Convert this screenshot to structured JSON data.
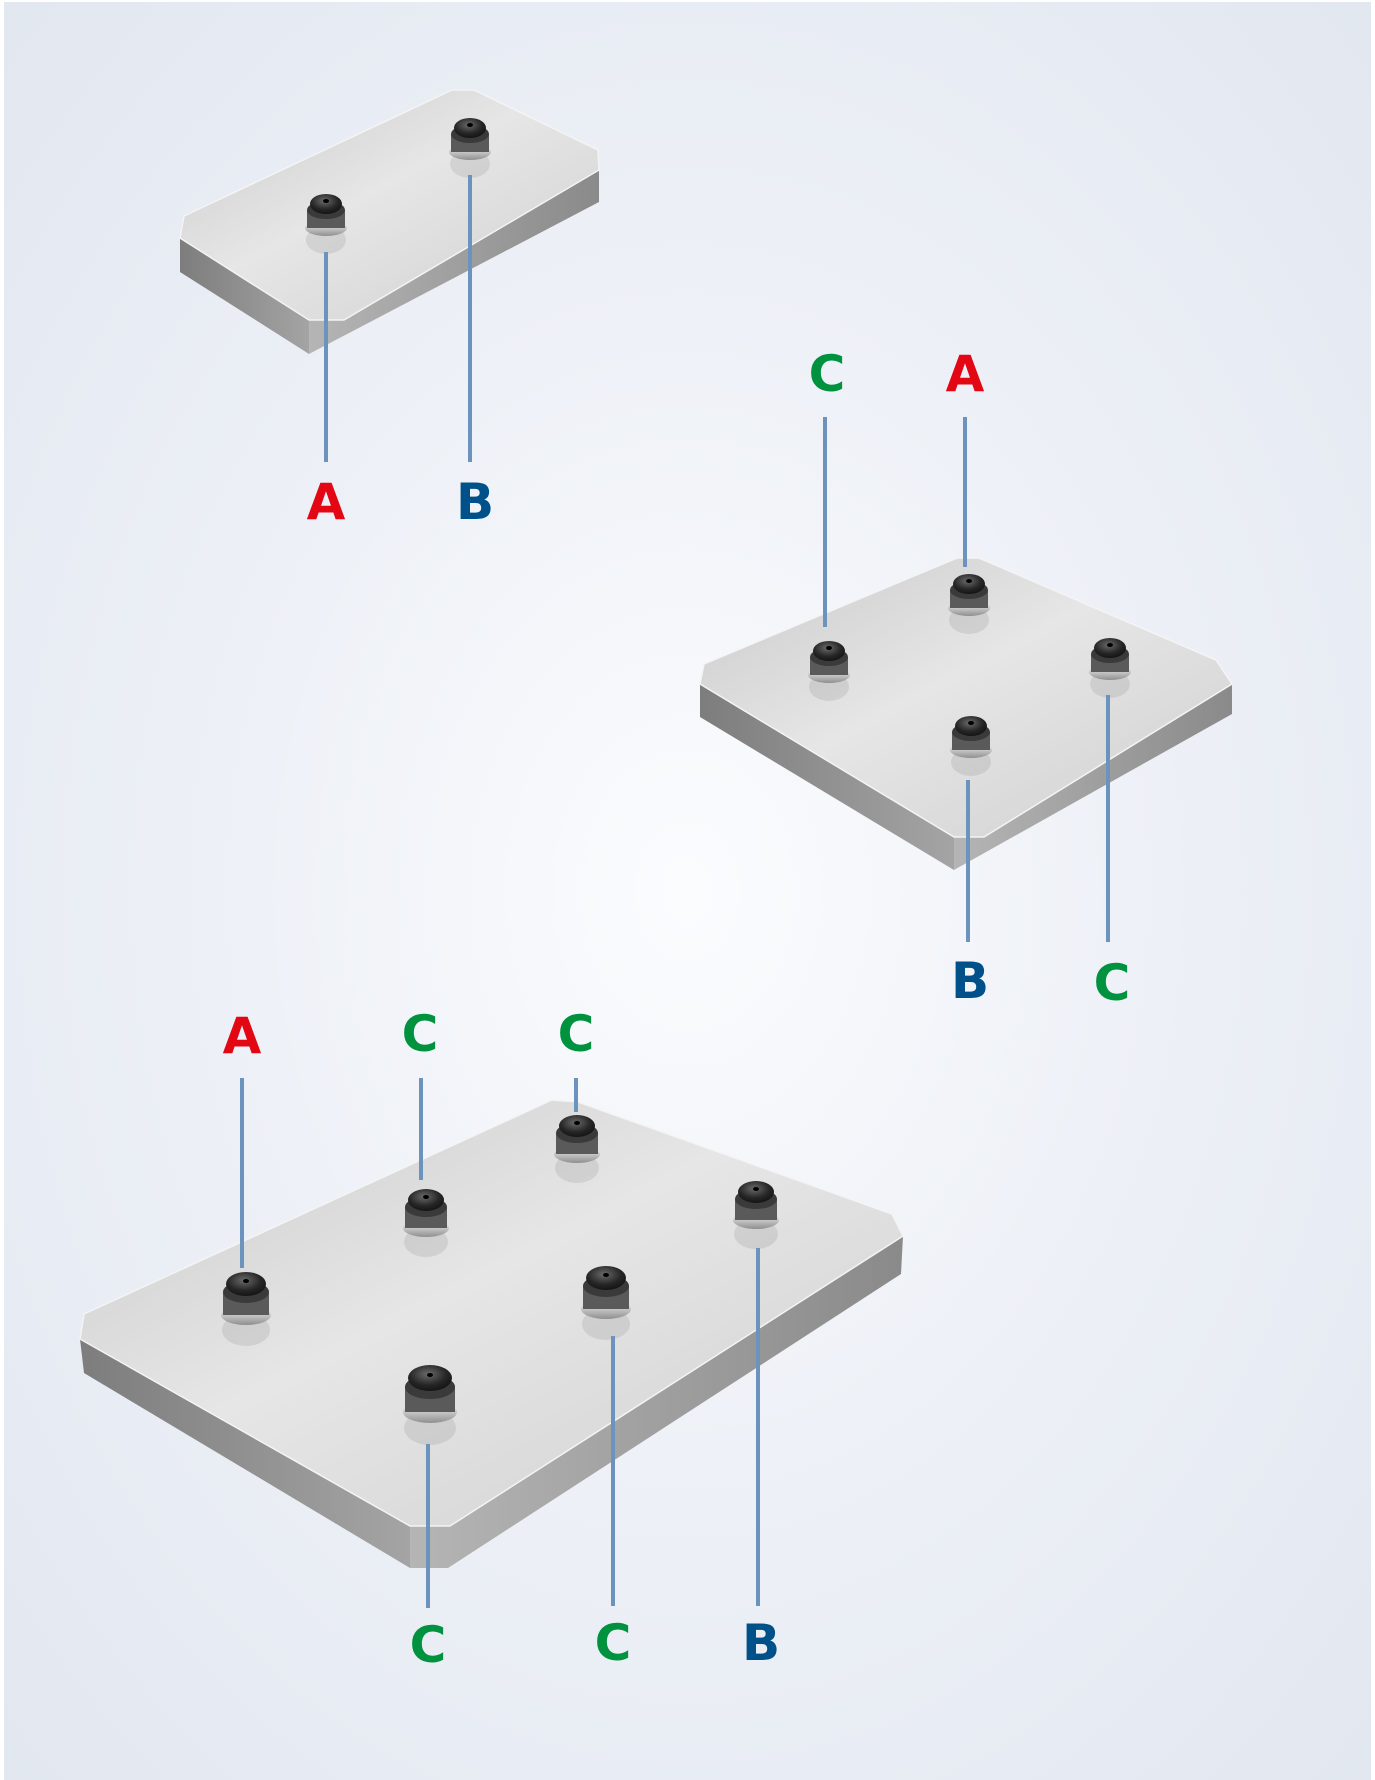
{
  "colors": {
    "A": "#e30613",
    "B": "#005189",
    "C": "#00923f",
    "leader": "#6b93bd",
    "plate_top": "#d6d6d6",
    "plate_side": "#8c8c8c"
  },
  "plates": [
    {
      "name": "plate-two-cups",
      "labels": [
        "A",
        "B"
      ]
    },
    {
      "name": "plate-four-cups",
      "labels": [
        "C",
        "A",
        "B",
        "C"
      ]
    },
    {
      "name": "plate-six-cups",
      "labels": [
        "A",
        "C",
        "C",
        "C",
        "C",
        "B"
      ]
    }
  ]
}
